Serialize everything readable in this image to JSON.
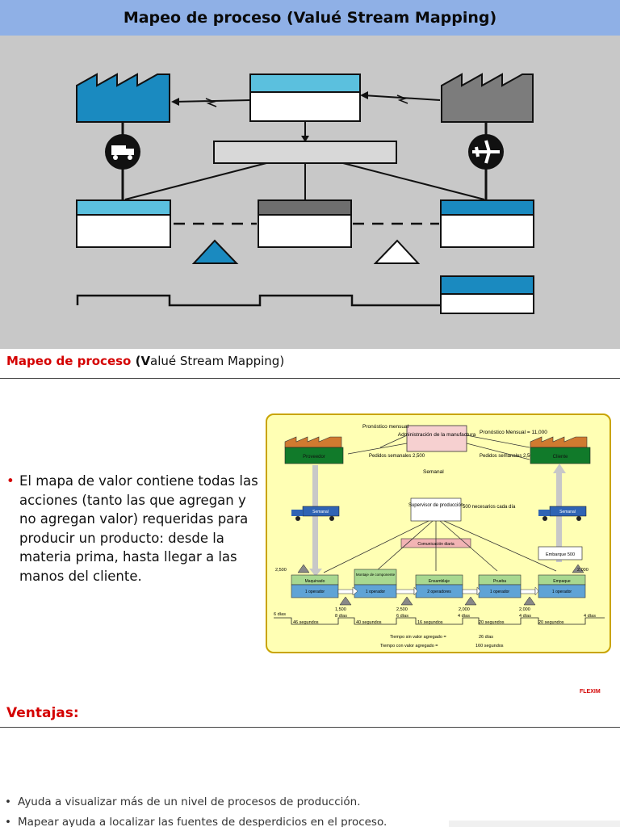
{
  "header": {
    "title": "Mapeo de proceso (Valué Stream Mapping)"
  },
  "subtitle": {
    "red": "Mapeo de proceso",
    "open": " (",
    "v": "V",
    "rest": "alué Stream Mapping)"
  },
  "main_bullet": "El mapa de valor contiene todas las acciones (tanto las que agregan y no agregan valor) requeridas para producir un producto: desde la materia prima, hasta llegar a las manos del cliente.",
  "example_map": {
    "admin": "Administración de la manufactura",
    "forecast_monthly": "Pronóstico mensual",
    "forecast_client": "Pronóstico Mensual = 11,000",
    "orders_left": "Pedidos semanales 2,500",
    "orders_right": "Pedidos semanales 2,500",
    "weekly_center": "Semanal",
    "supplier": "Proveedor",
    "client": "Cliente",
    "truck_left": "Semanal",
    "truck_right": "Semanal",
    "supervisor": "Supervisor de producción",
    "needed": "500 necesarios cada día",
    "daily_comm": "Comunicación diaria",
    "shipping": "Embarque 500",
    "inv_left": "2,500",
    "inv_right": "2,000",
    "processes": [
      {
        "name": "Maquinado",
        "op": "1 operador"
      },
      {
        "name": "Montaje de componente",
        "op": "1 operador"
      },
      {
        "name": "Ensamblaje",
        "op": "2 operadores"
      },
      {
        "name": "Prueba",
        "op": "1 operador"
      },
      {
        "name": "Empaque",
        "op": "1 operador"
      }
    ],
    "inventories": [
      "1,500",
      "2,500",
      "2,000",
      "2,000"
    ],
    "days": [
      "6 días",
      "8 días",
      "6 días",
      "4 días",
      "4 días",
      "4 días"
    ],
    "seconds": [
      "46 segundos",
      "40 segundos",
      "16 segundos",
      "20 segundos",
      "20 segundos"
    ],
    "nva_label": "Tiempo sin valor agregado =",
    "va_label": "Tiempo con valor agregado =",
    "nva_value": "26 días",
    "va_value": "160 segundos"
  },
  "brand": "FLEXIM",
  "ventajas": {
    "title": "Ventajas:",
    "items": [
      "Ayuda a visualizar más de un nivel de procesos de producción.",
      "Mapear ayuda a localizar las fuentes de desperdicios en el proceso."
    ]
  },
  "colors": {
    "header_bg": "#8fb0e6",
    "accent_blue": "#1e90c8",
    "red": "#d40000",
    "map_bg": "#ffffb4"
  }
}
